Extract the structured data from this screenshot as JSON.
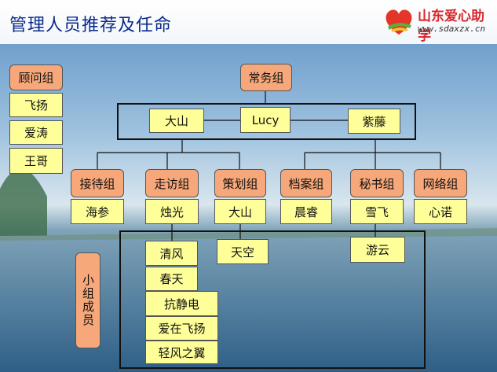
{
  "title": "管理人员推荐及任命",
  "logo": {
    "main": "山东爱心助学",
    "sub": "www.sdaxzx.cn"
  },
  "advisor": {
    "group": "顾问组",
    "members": [
      "飞扬",
      "爱涛",
      "王哥"
    ]
  },
  "standing": {
    "group": "常务组",
    "members": [
      "大山",
      "Lucy",
      "紫藤"
    ]
  },
  "groups": [
    {
      "name": "接待组",
      "leader": "海参"
    },
    {
      "name": "走访组",
      "leader": "烛光"
    },
    {
      "name": "策划组",
      "leader": "大山"
    },
    {
      "name": "档案组",
      "leader": "晨睿"
    },
    {
      "name": "秘书组",
      "leader": "雪飞"
    },
    {
      "name": "网络组",
      "leader": "心诺"
    }
  ],
  "members_label": "小组成员",
  "visit_members": [
    "清风",
    "春天",
    "抗静电",
    "爱在飞扬",
    "轻风之翼"
  ],
  "plan_members": [
    "天空"
  ],
  "secretary_members": [
    "游云"
  ]
}
